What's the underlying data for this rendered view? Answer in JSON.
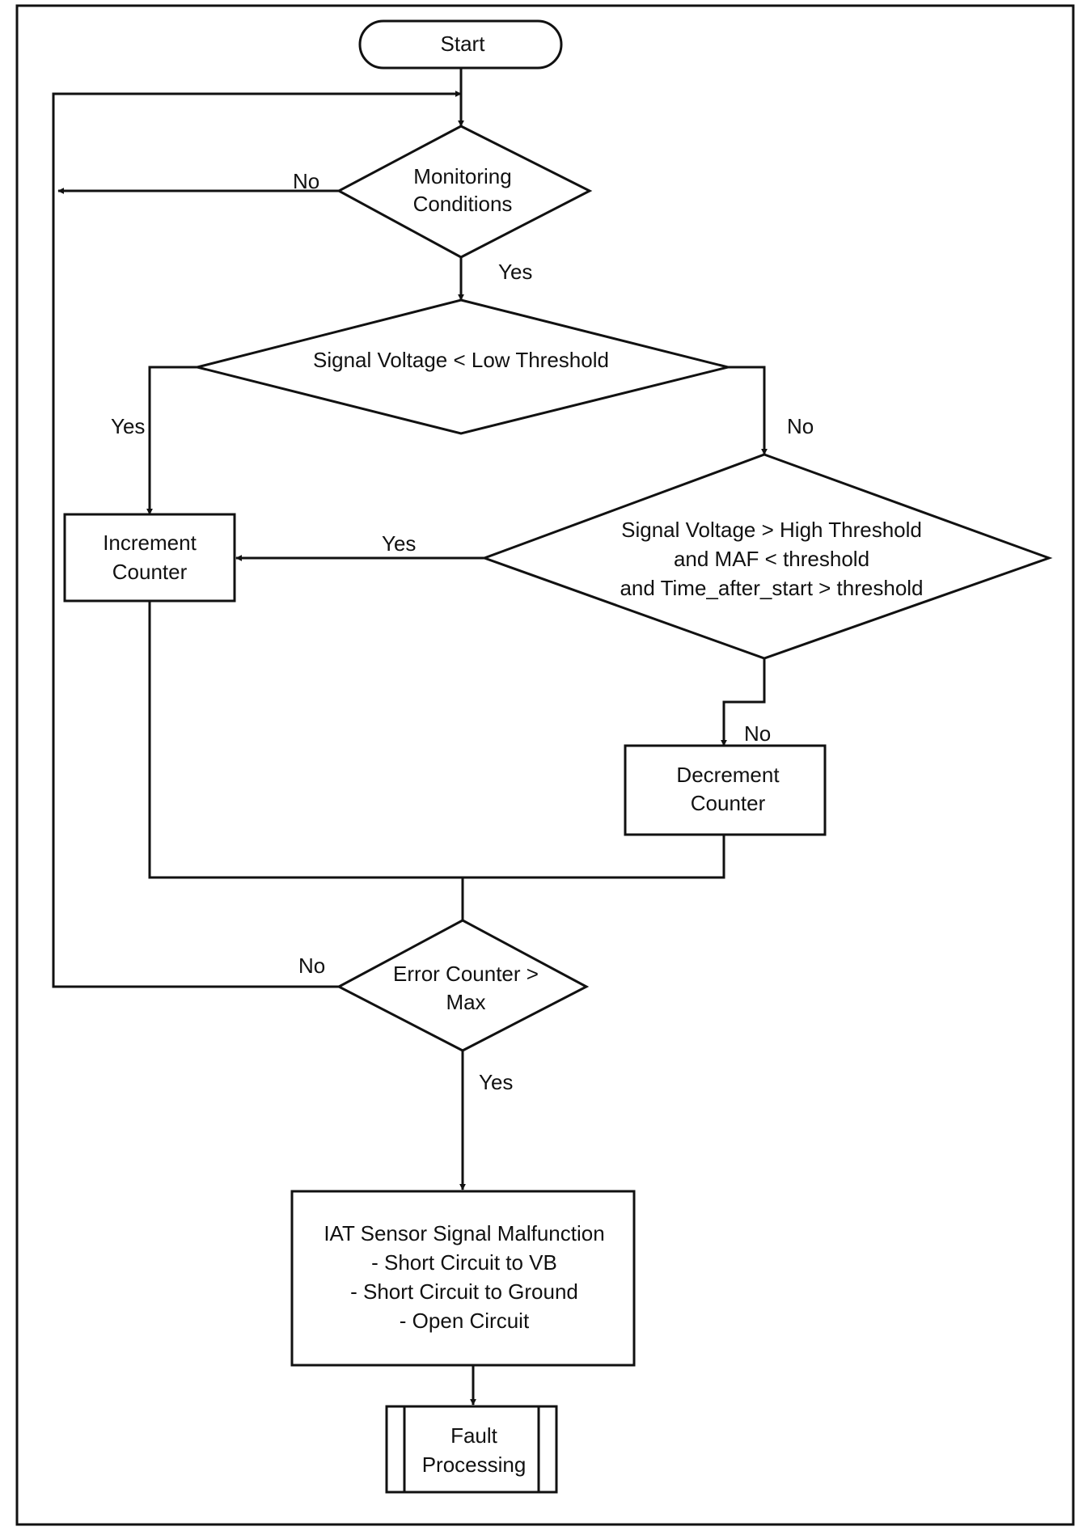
{
  "flowchart": {
    "start": "Start",
    "monitoring": [
      "Monitoring",
      "Conditions"
    ],
    "low_check": "Signal Voltage < Low Threshold",
    "high_check": [
      "Signal Voltage > High Threshold",
      "and MAF < threshold",
      "and Time_after_start > threshold"
    ],
    "increment": [
      "Increment",
      "Counter"
    ],
    "decrement": [
      "Decrement",
      "Counter"
    ],
    "error_check": [
      "Error Counter >",
      "Max"
    ],
    "malfunction": [
      "IAT Sensor Signal Malfunction",
      "- Short Circuit to VB",
      "- Short Circuit to Ground",
      "- Open Circuit"
    ],
    "fault": [
      "Fault",
      "Processing"
    ],
    "edges": {
      "monitoring_no": "No",
      "monitoring_yes": "Yes",
      "low_yes": "Yes",
      "low_no": "No",
      "high_yes": "Yes",
      "high_no": "No",
      "error_no": "No",
      "error_yes": "Yes"
    }
  }
}
